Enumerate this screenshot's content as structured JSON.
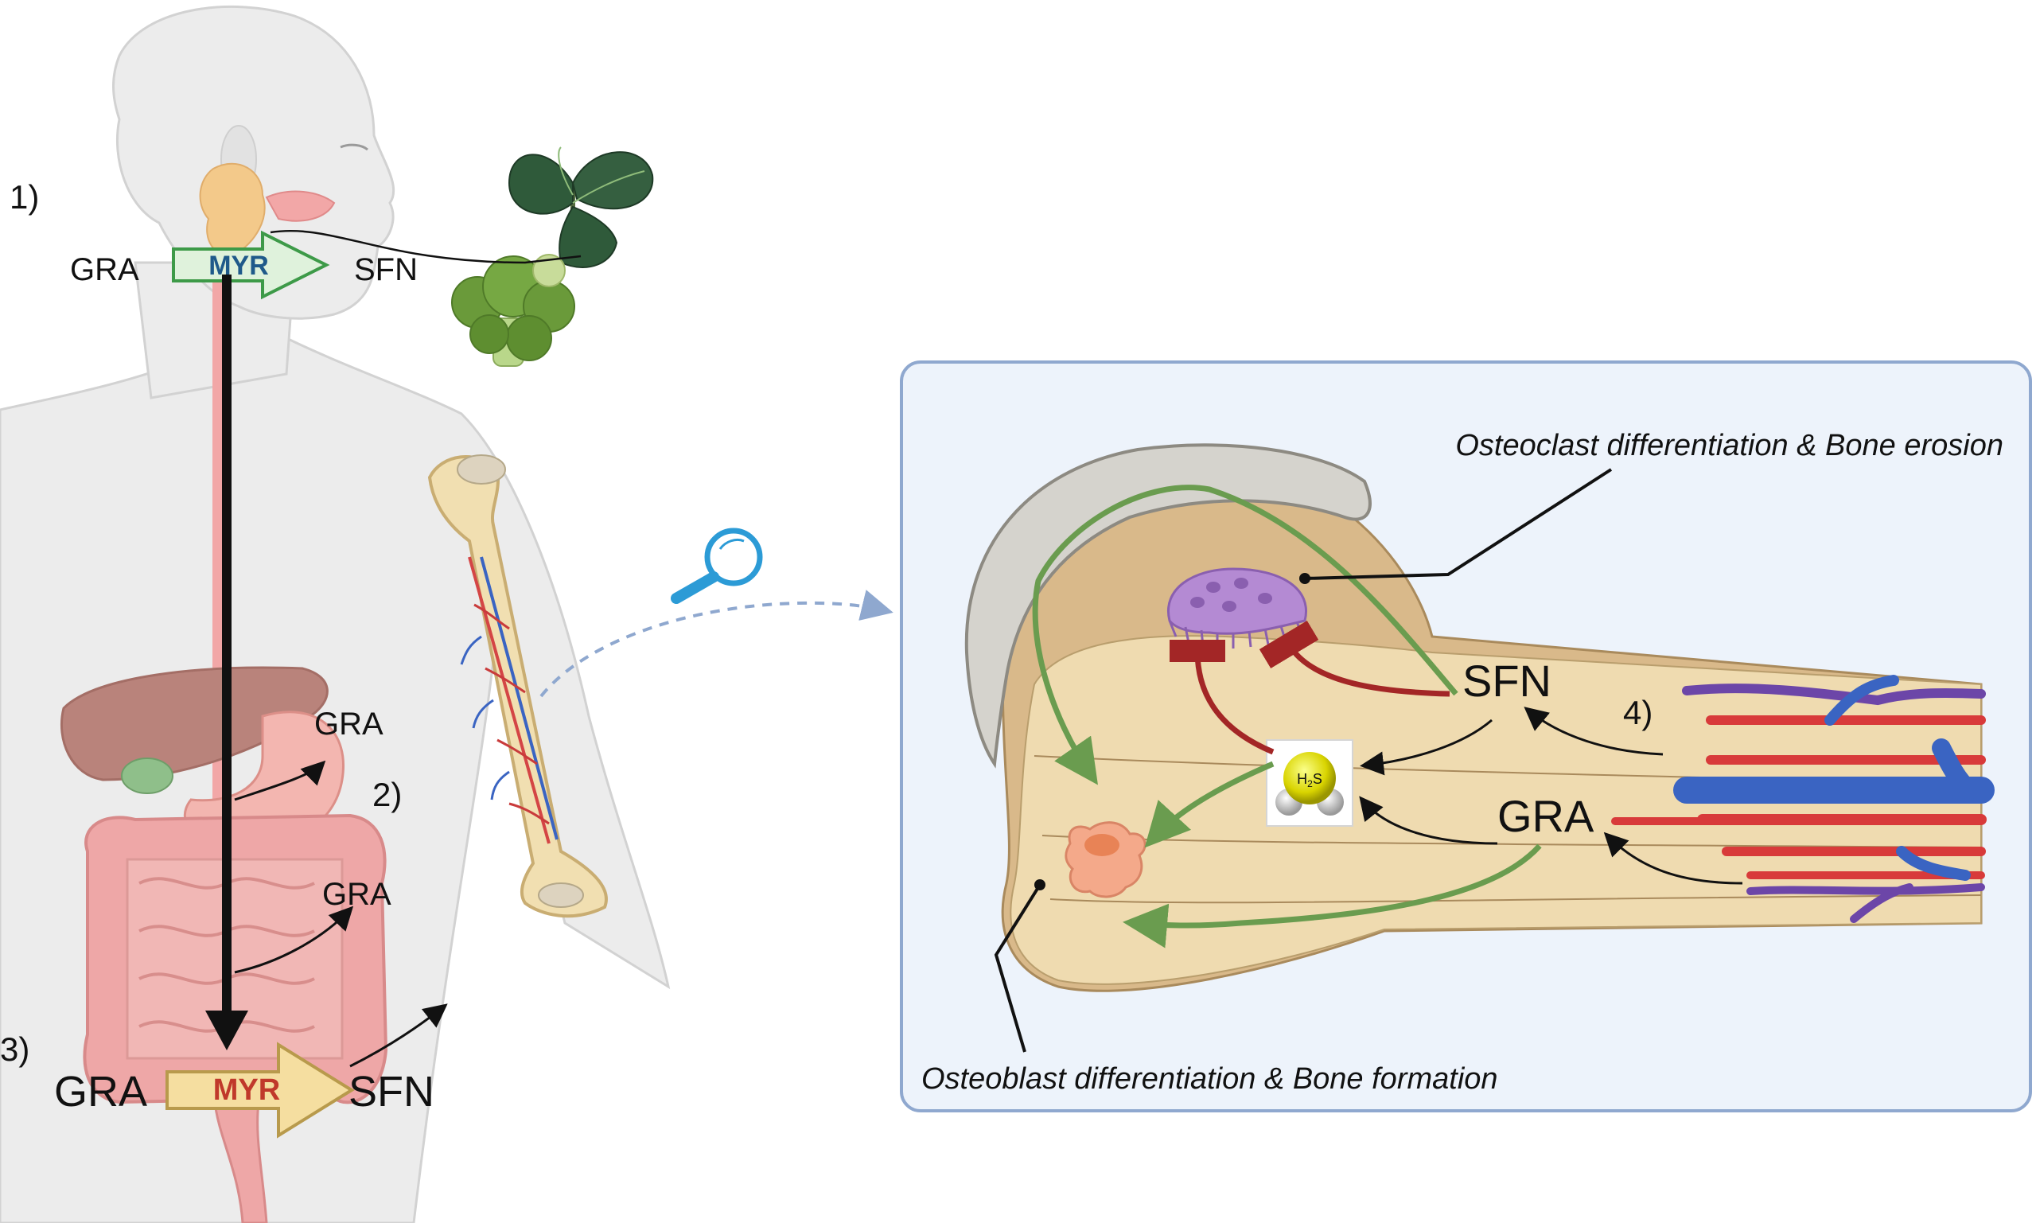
{
  "step_labels": {
    "s1": "1)",
    "s2": "2)",
    "s3": "3)",
    "s4": "4)"
  },
  "mouth": {
    "substrate": "GRA",
    "enzyme": "MYR",
    "product": "SFN"
  },
  "gut": {
    "gra_upper": "GRA",
    "gra_mid": "GRA",
    "substrate": "GRA",
    "enzyme": "MYR",
    "product": "SFN"
  },
  "inset": {
    "osteoclast_caption": "Osteoclast differentiation & Bone erosion",
    "osteoblast_caption": "Osteoblast differentiation & Bone formation",
    "sfn": "SFN",
    "gra": "GRA",
    "h2s_base": "H",
    "h2s_sub": "2",
    "h2s_end": "S"
  },
  "colors": {
    "promote_arrow": "#6a9c4f",
    "inhibit_arrow": "#a32626",
    "mouth_enzyme_fill": "#dff2dc",
    "mouth_enzyme_text": "#1f5a8a",
    "gut_enzyme_fill": "#f5dea0",
    "gut_enzyme_text": "#c0392b",
    "inset_bg": "#edf3fb",
    "inset_border": "#8fa8cf"
  },
  "icons": [
    "magnifier-icon",
    "broccoli-icon",
    "kale-leaf-icon",
    "h2s-molecule-icon"
  ]
}
